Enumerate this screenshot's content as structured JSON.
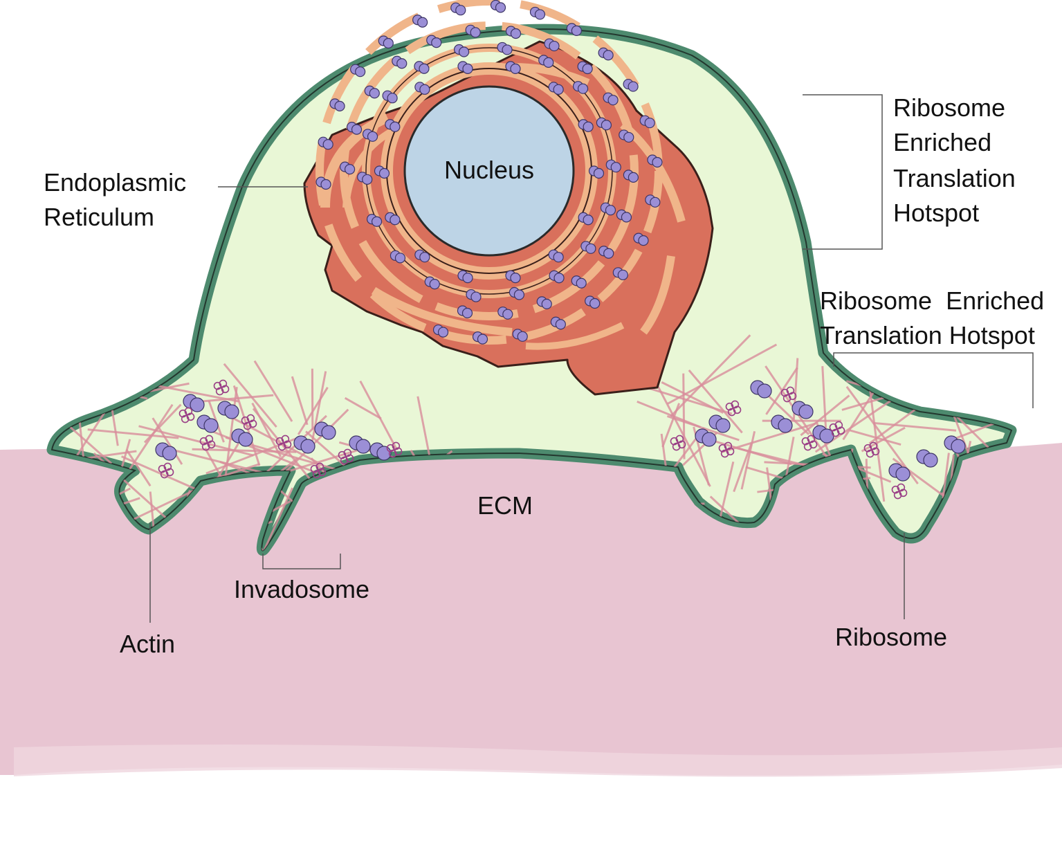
{
  "labels": {
    "nucleus": "Nucleus",
    "er_line1": "Endoplasmic",
    "er_line2": "Reticulum",
    "hotspot_top_line1": "Ribosome",
    "hotspot_top_line2": "Enriched",
    "hotspot_top_line3": "Translation",
    "hotspot_top_line4": "Hotspot",
    "hotspot_right_line1": "Ribosome  Enriched",
    "hotspot_right_line2": "Translation Hotspot",
    "ecm": "ECM",
    "invadosome": "Invadosome",
    "actin": "Actin",
    "ribosome": "Ribosome"
  },
  "colors": {
    "ecm": "#e8c5d2",
    "cytoplasm": "#e9f7d6",
    "membrane": "#4d8a6e",
    "nucleus": "#bdd4e6",
    "er_dark": "#d9705c",
    "er_light": "#f0b58a",
    "ribosome": "#9b8fd6",
    "actin": "#d98e9c",
    "flower": "#9a3f86"
  }
}
